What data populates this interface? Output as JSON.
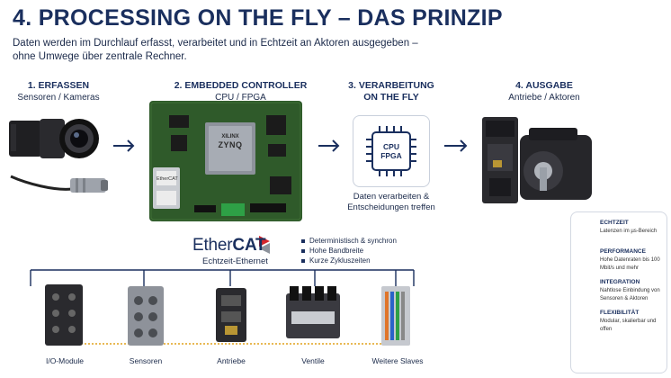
{
  "header": {
    "title": "4. PROCESSING ON THE FLY – DAS PRINZIP",
    "subtitle": "Daten werden im Durchlauf erfasst, verarbeitet und in Echtzeit an Aktoren ausgegeben – ohne Umwege über zentrale Rechner."
  },
  "steps": [
    {
      "title": "1. ERFASSEN",
      "sub": "Sensoren / Kameras"
    },
    {
      "title": "2. EMBEDDED CONTROLLER",
      "sub": "CPU / FPGA"
    },
    {
      "title": "3. VERARBEITUNG ON THE FLY",
      "sub": ""
    },
    {
      "title": "4. AUSGABE",
      "sub": "Antriebe / Aktoren"
    }
  ],
  "board": {
    "chip_text": [
      "XILINX",
      "ZYNQ"
    ],
    "port_label": "EtherCAT"
  },
  "cpu": {
    "chip_line1": "CPU",
    "chip_line2": "FPGA",
    "note": "Daten verarbeiten & Entscheidungen treffen"
  },
  "ethercat": {
    "logo_left": "Ether",
    "logo_right": "CAT",
    "sub": "Echtzeit-Ethernet",
    "features": [
      "Deterministisch & synchron",
      "Hohe Bandbreite",
      "Kurze Zykluszeiten"
    ]
  },
  "panel": [
    {
      "icon": "clock-icon",
      "title": "ECHTZEIT",
      "desc": "Latenzen im µs-Bereich"
    },
    {
      "icon": "gauge-icon",
      "title": "PERFORMANCE",
      "desc": "Hohe Datenraten bis 100 Mbit/s und mehr"
    },
    {
      "icon": "link-icon",
      "title": "INTEGRATION",
      "desc": "Nahtlose Einbindung von Sensoren & Aktoren"
    },
    {
      "icon": "expand-icon",
      "title": "FLEXIBILITÄT",
      "desc": "Modular, skalierbar und offen"
    }
  ],
  "devices": [
    "I/O-Module",
    "Sensoren",
    "Antriebe",
    "Ventile",
    "Weitere Slaves"
  ],
  "colors": {
    "navy": "#1a2f5e",
    "pcb_green": "#2f5a2a",
    "ethercat_red": "#d6262c"
  }
}
